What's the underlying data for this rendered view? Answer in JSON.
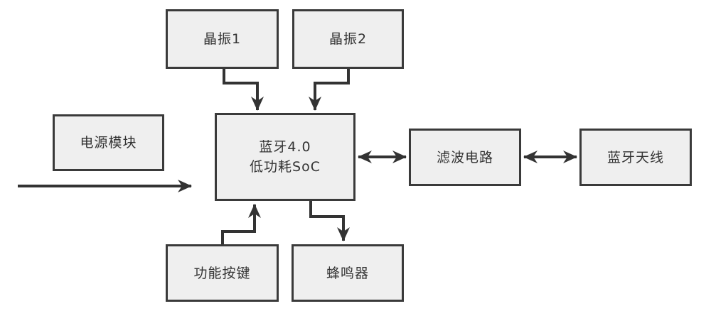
{
  "diagram": {
    "type": "block-diagram",
    "background_color": "#ffffff",
    "box_fill_color": "#efefef",
    "box_border_color": "#3a3a3a",
    "arrow_color": "#333333",
    "text_color": "#333333",
    "nodes": {
      "crystal1": {
        "label": "晶振1"
      },
      "crystal2": {
        "label": "晶振2"
      },
      "power": {
        "label": "电源模块"
      },
      "soc": {
        "line1": "蓝牙4.0",
        "line2": "低功耗SoC"
      },
      "filter": {
        "label": "滤波电路"
      },
      "antenna": {
        "label": "蓝牙天线"
      },
      "buttons": {
        "label": "功能按键"
      },
      "buzzer": {
        "label": "蜂鸣器"
      }
    },
    "edges": [
      {
        "from": "crystal1",
        "to": "soc",
        "style": "single-arrow"
      },
      {
        "from": "crystal2",
        "to": "soc",
        "style": "single-arrow"
      },
      {
        "from": "power-input",
        "to": "soc",
        "style": "single-arrow"
      },
      {
        "from": "soc",
        "to": "filter",
        "style": "double-arrow"
      },
      {
        "from": "filter",
        "to": "antenna",
        "style": "double-arrow"
      },
      {
        "from": "buttons",
        "to": "soc",
        "style": "single-arrow"
      },
      {
        "from": "soc",
        "to": "buzzer",
        "style": "single-arrow"
      }
    ]
  }
}
